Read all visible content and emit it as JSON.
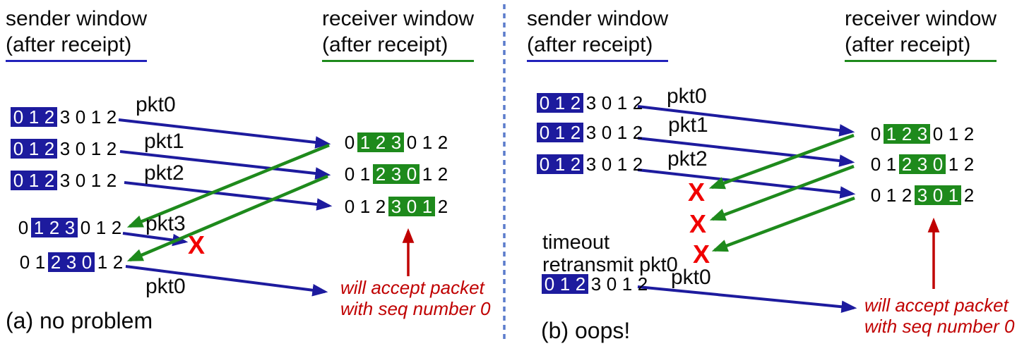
{
  "colors": {
    "navy": "#1d1b9e",
    "green": "#1e8a1c",
    "red": "#c00000",
    "red_x": "#f00000",
    "divider": "#5b7ccc"
  },
  "panel_a": {
    "sender_window_title": {
      "line1": "sender window",
      "line2": "(after receipt)"
    },
    "receiver_window_title": {
      "line1": "receiver window",
      "line2": "(after receipt)"
    },
    "sender_rows": [
      {
        "cells": [
          "0",
          "1",
          "2",
          "3",
          "0",
          "1",
          "2"
        ],
        "hl_start": 0,
        "hl_len": 3
      },
      {
        "cells": [
          "0",
          "1",
          "2",
          "3",
          "0",
          "1",
          "2"
        ],
        "hl_start": 0,
        "hl_len": 3
      },
      {
        "cells": [
          "0",
          "1",
          "2",
          "3",
          "0",
          "1",
          "2"
        ],
        "hl_start": 0,
        "hl_len": 3
      },
      {
        "cells": [
          "0",
          "1",
          "2",
          "3",
          "0",
          "1",
          "2"
        ],
        "hl_start": 1,
        "hl_len": 3
      },
      {
        "cells": [
          "0",
          "1",
          "2",
          "3",
          "0",
          "1",
          "2"
        ],
        "hl_start": 2,
        "hl_len": 3
      }
    ],
    "receiver_rows": [
      {
        "cells": [
          "0",
          "1",
          "2",
          "3",
          "0",
          "1",
          "2"
        ],
        "hl_start": 1,
        "hl_len": 3
      },
      {
        "cells": [
          "0",
          "1",
          "2",
          "3",
          "0",
          "1",
          "2"
        ],
        "hl_start": 2,
        "hl_len": 3
      },
      {
        "cells": [
          "0",
          "1",
          "2",
          "3",
          "0",
          "1",
          "2"
        ],
        "hl_start": 3,
        "hl_len": 3
      }
    ],
    "pkt_labels": [
      "pkt0",
      "pkt1",
      "pkt2",
      "pkt3",
      "pkt0"
    ],
    "loss_mark": "X",
    "note": {
      "line1": "will accept packet",
      "line2": "with seq number 0"
    },
    "caption": "(a) no problem"
  },
  "panel_b": {
    "sender_window_title": {
      "line1": "sender window",
      "line2": "(after receipt)"
    },
    "receiver_window_title": {
      "line1": "receiver window",
      "line2": "(after receipt)"
    },
    "sender_rows": [
      {
        "cells": [
          "0",
          "1",
          "2",
          "3",
          "0",
          "1",
          "2"
        ],
        "hl_start": 0,
        "hl_len": 3
      },
      {
        "cells": [
          "0",
          "1",
          "2",
          "3",
          "0",
          "1",
          "2"
        ],
        "hl_start": 0,
        "hl_len": 3
      },
      {
        "cells": [
          "0",
          "1",
          "2",
          "3",
          "0",
          "1",
          "2"
        ],
        "hl_start": 0,
        "hl_len": 3
      },
      {
        "cells": [
          "0",
          "1",
          "2",
          "3",
          "0",
          "1",
          "2"
        ],
        "hl_start": 0,
        "hl_len": 3
      }
    ],
    "receiver_rows": [
      {
        "cells": [
          "0",
          "1",
          "2",
          "3",
          "0",
          "1",
          "2"
        ],
        "hl_start": 1,
        "hl_len": 3
      },
      {
        "cells": [
          "0",
          "1",
          "2",
          "3",
          "0",
          "1",
          "2"
        ],
        "hl_start": 2,
        "hl_len": 3
      },
      {
        "cells": [
          "0",
          "1",
          "2",
          "3",
          "0",
          "1",
          "2"
        ],
        "hl_start": 3,
        "hl_len": 3
      }
    ],
    "pkt_labels": [
      "pkt0",
      "pkt1",
      "pkt2",
      "pkt0"
    ],
    "timeout": {
      "line1": "timeout",
      "line2": "retransmit pkt0"
    },
    "loss_marks": [
      "X",
      "X",
      "X"
    ],
    "note": {
      "line1": "will accept packet",
      "line2": "with seq number 0"
    },
    "caption": "(b) oops!"
  }
}
